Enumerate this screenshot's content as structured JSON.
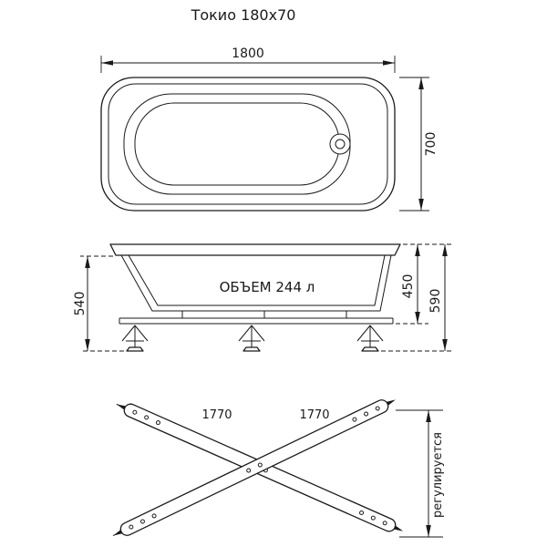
{
  "title": "Токио 180x70",
  "top_view": {
    "length": "1800",
    "width": "700"
  },
  "side_view": {
    "volume": "ОБЪЕМ 244 л",
    "height_left": "540",
    "depth": "450",
    "height_right": "590"
  },
  "base_view": {
    "rail_length_left": "1770",
    "rail_length_right": "1770",
    "adjustable": "регулируется"
  },
  "colors": {
    "line": "#1a1a1a",
    "background": "#ffffff"
  }
}
